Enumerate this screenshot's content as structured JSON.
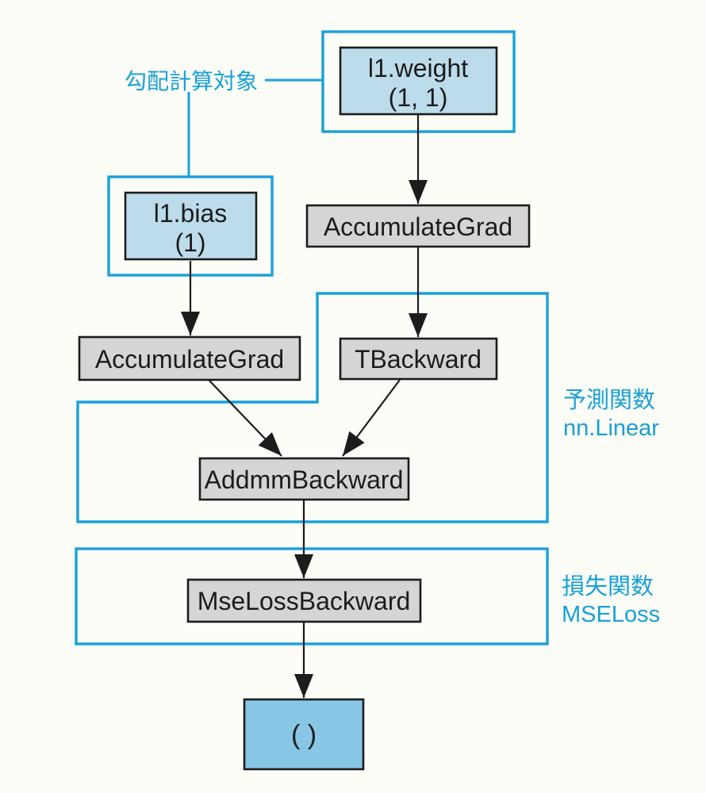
{
  "colors": {
    "accent_cyan": "#18a0da",
    "node_gray_fill": "#d5d5d5",
    "param_blue_fill": "#bcdcec",
    "output_blue_fill": "#87c6e4",
    "node_border": "#1c1c1c",
    "arrow_black": "#1c1c1c",
    "background": "#fdfdf8"
  },
  "annotations": {
    "gradient_target_label": "勾配計算対象",
    "prediction_group": {
      "line1": "予測関数",
      "line2": "nn.Linear"
    },
    "loss_group": {
      "line1": "損失関数",
      "line2": "MSELoss"
    }
  },
  "nodes": {
    "l1_weight": {
      "name": "l1.weight",
      "shape": "(1, 1)"
    },
    "l1_bias": {
      "name": "l1.bias",
      "shape": "(1)"
    },
    "accumulate_grad_weight": {
      "label": "AccumulateGrad"
    },
    "accumulate_grad_bias": {
      "label": "AccumulateGrad"
    },
    "t_backward": {
      "label": "TBackward"
    },
    "addmm_backward": {
      "label": "AddmmBackward"
    },
    "mse_loss_backward": {
      "label": "MseLossBackward"
    },
    "output_tensor": {
      "label": "( )"
    }
  }
}
